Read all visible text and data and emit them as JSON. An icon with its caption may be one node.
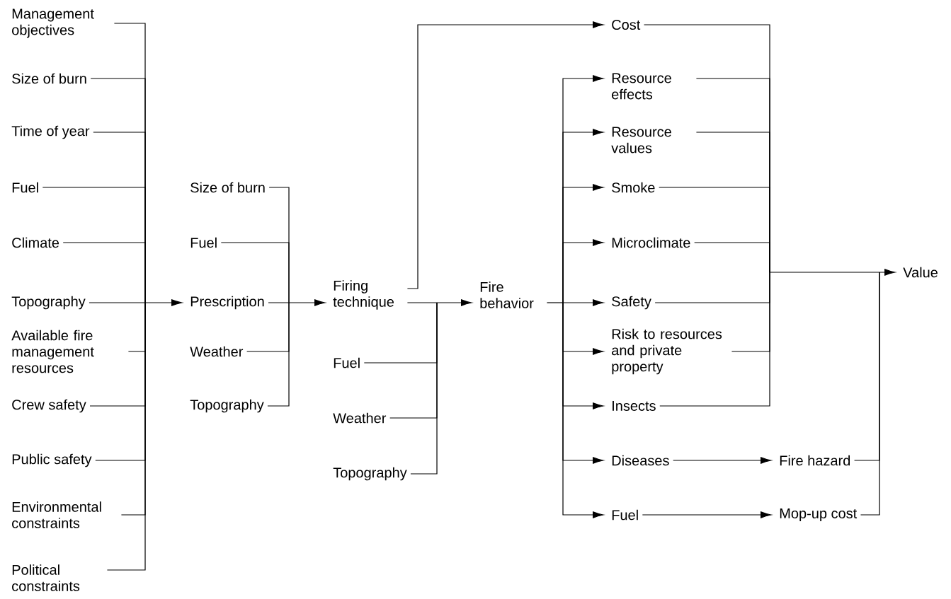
{
  "diagram": {
    "nodes": [
      {
        "text": [
          "Management objectives"
        ]
      },
      {
        "text": [
          "Size of burn"
        ]
      },
      {
        "text": [
          "Time of year"
        ]
      },
      {
        "text": [
          "Fuel"
        ]
      },
      {
        "text": [
          "Climate"
        ]
      },
      {
        "text": [
          "Topography"
        ]
      },
      {
        "text": [
          "Available fire management resources"
        ]
      },
      {
        "text": [
          "Crew safety"
        ]
      },
      {
        "text": [
          "Public safety"
        ]
      },
      {
        "text": [
          "Environmental constraints"
        ]
      },
      {
        "text": [
          "Political constraints"
        ]
      },
      {
        "text": [
          "Size of burn"
        ]
      },
      {
        "text": [
          "Fuel"
        ]
      },
      {
        "text": [
          "Prescription"
        ]
      },
      {
        "text": [
          "Weather"
        ]
      },
      {
        "text": [
          "Topography"
        ]
      },
      {
        "text": [
          "Firing technique"
        ]
      },
      {
        "text": [
          "Fuel"
        ]
      },
      {
        "text": [
          "Weather"
        ]
      },
      {
        "text": [
          "Topography"
        ]
      },
      {
        "text": [
          "Fire behavior"
        ]
      },
      {
        "text": [
          "Cost"
        ]
      },
      {
        "text": [
          "Resource effects"
        ]
      },
      {
        "text": [
          "Resource values"
        ]
      },
      {
        "text": [
          "Smoke"
        ]
      },
      {
        "text": [
          "Microclimate"
        ]
      },
      {
        "text": [
          "Safety"
        ]
      },
      {
        "text": [
          "Risk to resources and private property"
        ]
      },
      {
        "text": [
          "Insects"
        ]
      },
      {
        "text": [
          "Diseases"
        ]
      },
      {
        "text": [
          "Fuel"
        ]
      },
      {
        "text": [
          "Fire hazard"
        ]
      },
      {
        "text": [
          "Mop-up cost"
        ]
      },
      {
        "text": [
          "Value"
        ]
      }
    ],
    "edges": [
      {
        "from": 0,
        "to": 13,
        "arrow": "to"
      },
      {
        "from": 1,
        "to": 13,
        "arrow": "to"
      },
      {
        "from": 2,
        "to": 13,
        "arrow": "to"
      },
      {
        "from": 3,
        "to": 13,
        "arrow": "to"
      },
      {
        "from": 4,
        "to": 13,
        "arrow": "to"
      },
      {
        "from": 5,
        "to": 13,
        "arrow": "to"
      },
      {
        "from": 6,
        "to": 13,
        "arrow": "to"
      },
      {
        "from": 7,
        "to": 13,
        "arrow": "to"
      },
      {
        "from": 8,
        "to": 13,
        "arrow": "to"
      },
      {
        "from": 9,
        "to": 13,
        "arrow": "to"
      },
      {
        "from": 10,
        "to": 13,
        "arrow": "to"
      },
      {
        "from": 11,
        "to": 16,
        "arrow": "to"
      },
      {
        "from": 12,
        "to": 16,
        "arrow": "to"
      },
      {
        "from": 13,
        "to": 16,
        "arrow": "to"
      },
      {
        "from": 14,
        "to": 16,
        "arrow": "to"
      },
      {
        "from": 15,
        "to": 16,
        "arrow": "to"
      },
      {
        "from": 16,
        "to": 21,
        "arrow": "to"
      },
      {
        "from": 16,
        "to": 20,
        "arrow": "to"
      },
      {
        "from": 17,
        "to": 20,
        "arrow": "to"
      },
      {
        "from": 18,
        "to": 20,
        "arrow": "to"
      },
      {
        "from": 19,
        "to": 20,
        "arrow": "to"
      },
      {
        "from": 20,
        "to": 22,
        "arrow": "to"
      },
      {
        "from": 20,
        "to": 23,
        "arrow": "to"
      },
      {
        "from": 20,
        "to": 24,
        "arrow": "to"
      },
      {
        "from": 20,
        "to": 25,
        "arrow": "to"
      },
      {
        "from": 20,
        "to": 26,
        "arrow": "to"
      },
      {
        "from": 20,
        "to": 27,
        "arrow": "to"
      },
      {
        "from": 20,
        "to": 28,
        "arrow": "to"
      },
      {
        "from": 20,
        "to": 29,
        "arrow": "to"
      },
      {
        "from": 20,
        "to": 30,
        "arrow": "to"
      },
      {
        "from": 21,
        "to": 33,
        "arrow": "to"
      },
      {
        "from": 22,
        "to": 33,
        "arrow": "to"
      },
      {
        "from": 23,
        "to": 33,
        "arrow": "to"
      },
      {
        "from": 24,
        "to": 33,
        "arrow": "to"
      },
      {
        "from": 25,
        "to": 33,
        "arrow": "to"
      },
      {
        "from": 26,
        "to": 33,
        "arrow": "to"
      },
      {
        "from": 27,
        "to": 33,
        "arrow": "to"
      },
      {
        "from": 28,
        "to": 33,
        "arrow": "to"
      },
      {
        "from": 29,
        "to": 31,
        "arrow": "to"
      },
      {
        "from": 30,
        "to": 32,
        "arrow": "to"
      },
      {
        "from": 31,
        "to": 33,
        "arrow": "to"
      },
      {
        "from": 32,
        "to": 33,
        "arrow": "to"
      }
    ]
  }
}
